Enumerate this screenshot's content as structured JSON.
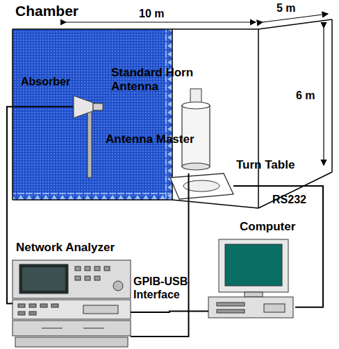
{
  "diagram": {
    "nodes": [
      {
        "text": [
          "Chamber"
        ]
      },
      {
        "text": [
          "Standard Horn Antenna"
        ],
        "in": 0
      },
      {
        "text": [
          "Antenna Master"
        ],
        "in": 0
      },
      {
        "text": [
          "Turn Table"
        ],
        "in": 0
      },
      {
        "text": [
          "Network Analyzer"
        ]
      },
      {
        "text": [
          "Computer"
        ]
      }
    ],
    "edges": [
      {
        "from": 4,
        "to": 1,
        "arrow": "none"
      },
      {
        "from": 4,
        "to": 2,
        "arrow": "none"
      },
      {
        "from": 4,
        "to": 5,
        "label": "GPIB-USB Interface",
        "arrow": "none"
      },
      {
        "from": 5,
        "to": 3,
        "label": "RS232",
        "arrow": "none"
      }
    ],
    "labels": [
      "10 m",
      "5 m",
      "6 m",
      "Absorber"
    ]
  }
}
